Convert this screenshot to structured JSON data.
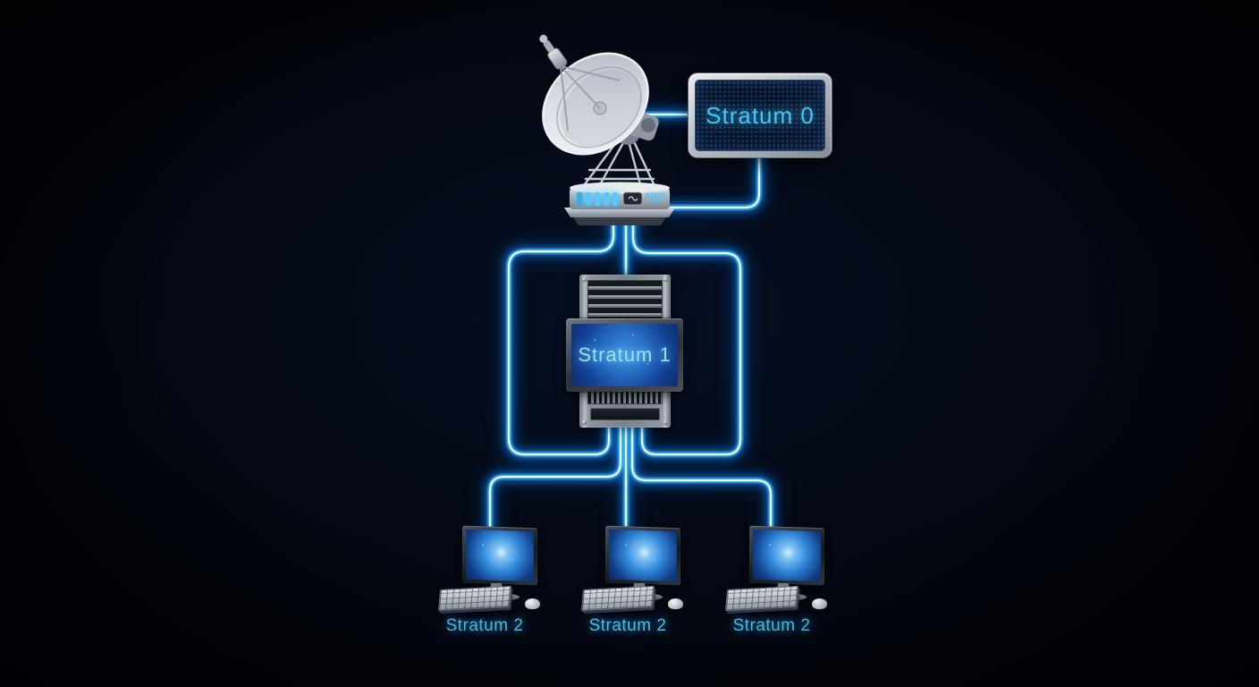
{
  "diagram": {
    "kind": "ntp-stratum-hierarchy",
    "nodes": [
      {
        "id": "reference-source",
        "type": "satellite-dish-antenna",
        "label": "",
        "indicator_bars": 5
      },
      {
        "id": "stratum-0",
        "type": "led-display-panel",
        "label": "Stratum 0"
      },
      {
        "id": "stratum-1",
        "type": "rack-server-with-monitor",
        "label": "Stratum 1"
      },
      {
        "id": "stratum-2-left",
        "type": "desktop-workstation",
        "label": "Stratum 2"
      },
      {
        "id": "stratum-2-center",
        "type": "desktop-workstation",
        "label": "Stratum 2"
      },
      {
        "id": "stratum-2-right",
        "type": "desktop-workstation",
        "label": "Stratum 2"
      }
    ],
    "edges": [
      {
        "from": "reference-source",
        "to": "stratum-0"
      },
      {
        "from": "stratum-0",
        "to": "reference-source"
      },
      {
        "from": "reference-source",
        "to": "stratum-1"
      },
      {
        "from": "stratum-1",
        "to": "stratum-2-left"
      },
      {
        "from": "stratum-1",
        "to": "stratum-2-center"
      },
      {
        "from": "stratum-1",
        "to": "stratum-2-right"
      }
    ],
    "colors": {
      "background": "#020409",
      "wire_core": "#ebfdff",
      "wire_glow": "#31b2f2",
      "wire_halo": "#0c6ad0",
      "label_text": "#49c9ef",
      "metal_frame": "#bcc2ca",
      "screen_blue": "#2a6dc2"
    }
  }
}
